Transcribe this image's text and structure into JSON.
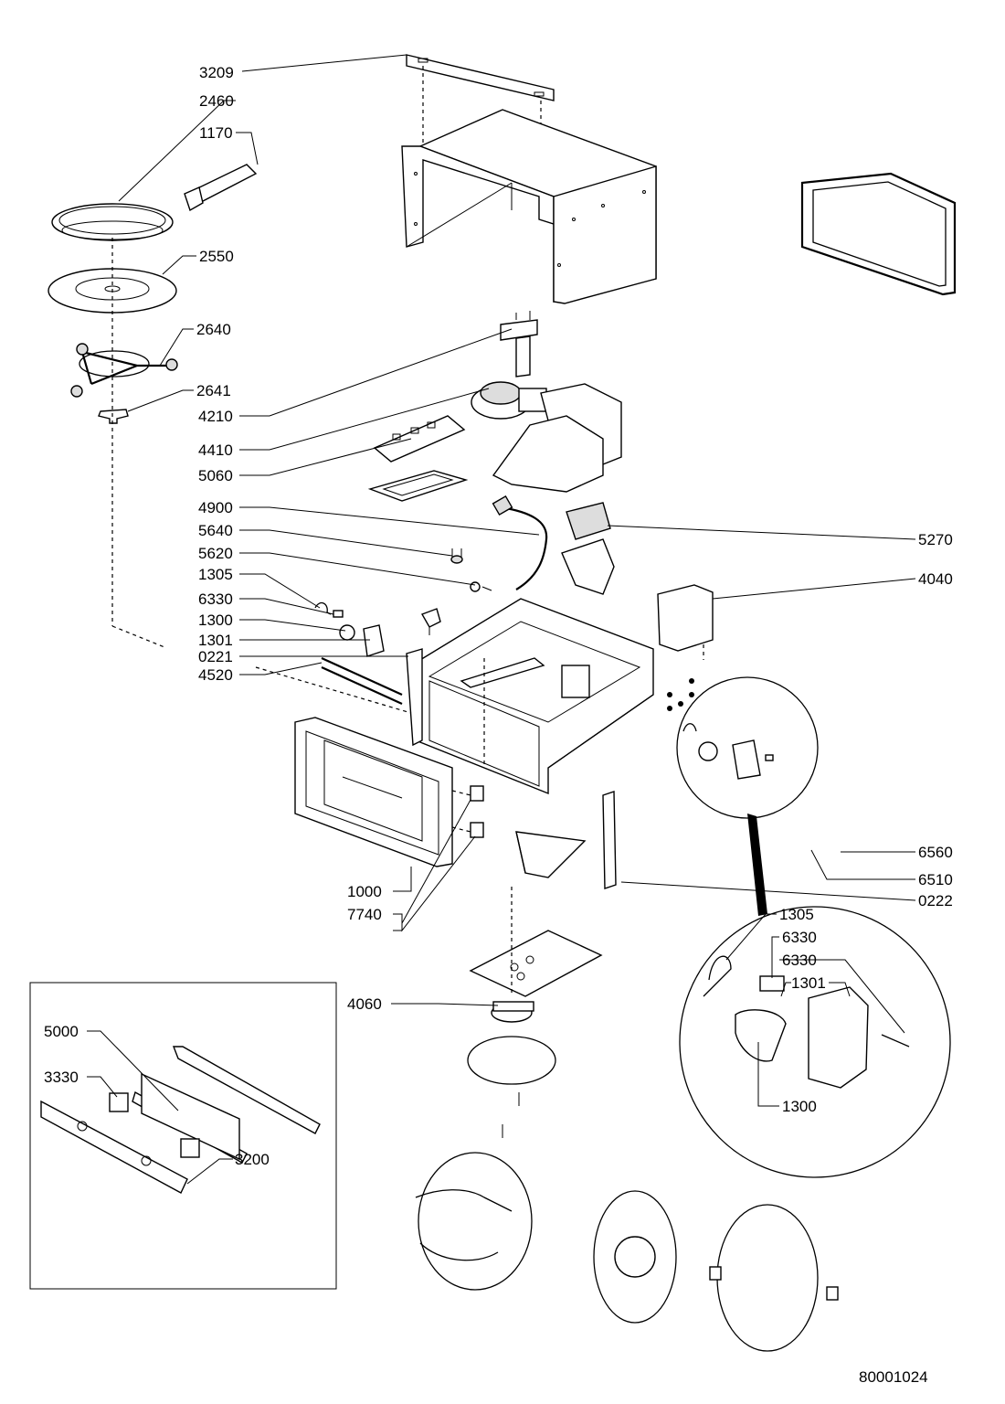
{
  "document_code": "80001024",
  "callouts": [
    {
      "id": "3209",
      "text": "3209"
    },
    {
      "id": "2460",
      "text": "2460"
    },
    {
      "id": "1170",
      "text": "1170"
    },
    {
      "id": "2550",
      "text": "2550"
    },
    {
      "id": "2640",
      "text": "2640"
    },
    {
      "id": "2641",
      "text": "2641"
    },
    {
      "id": "4210",
      "text": "4210"
    },
    {
      "id": "4410",
      "text": "4410"
    },
    {
      "id": "5060",
      "text": "5060"
    },
    {
      "id": "4900",
      "text": "4900"
    },
    {
      "id": "5640",
      "text": "5640"
    },
    {
      "id": "5620",
      "text": "5620"
    },
    {
      "id": "1305a",
      "text": "1305"
    },
    {
      "id": "6330a",
      "text": "6330"
    },
    {
      "id": "1300a",
      "text": "1300"
    },
    {
      "id": "1301a",
      "text": "1301"
    },
    {
      "id": "0221",
      "text": "0221"
    },
    {
      "id": "4520",
      "text": "4520"
    },
    {
      "id": "5270",
      "text": "5270"
    },
    {
      "id": "4040",
      "text": "4040"
    },
    {
      "id": "6560",
      "text": "6560"
    },
    {
      "id": "6510",
      "text": "6510"
    },
    {
      "id": "0222",
      "text": "0222"
    },
    {
      "id": "1000",
      "text": "1000"
    },
    {
      "id": "7740",
      "text": "7740"
    },
    {
      "id": "1305b",
      "text": "1305"
    },
    {
      "id": "6330b",
      "text": "6330"
    },
    {
      "id": "6330c",
      "text": "6330"
    },
    {
      "id": "1301b",
      "text": "1301"
    },
    {
      "id": "1300b",
      "text": "1300"
    },
    {
      "id": "4060",
      "text": "4060"
    },
    {
      "id": "5000",
      "text": "5000"
    },
    {
      "id": "3330",
      "text": "3330"
    },
    {
      "id": "3200",
      "text": "3200"
    }
  ]
}
